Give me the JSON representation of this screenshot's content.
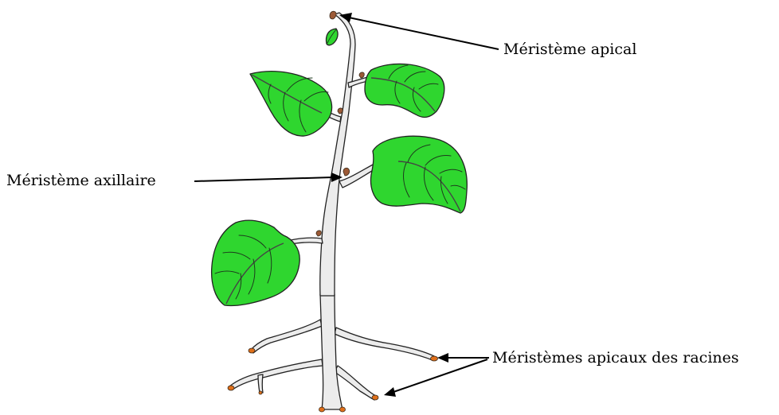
{
  "labels": {
    "apical": "Méristème apical",
    "axillary": "Méristème axillaire",
    "root_apical": "Méristèmes apicaux des racines"
  },
  "colors": {
    "leaf": "#2fd62f",
    "stem": "#ececec",
    "outline": "#222222",
    "root_tip": "#e0701a",
    "bud": "#9c5a36"
  }
}
